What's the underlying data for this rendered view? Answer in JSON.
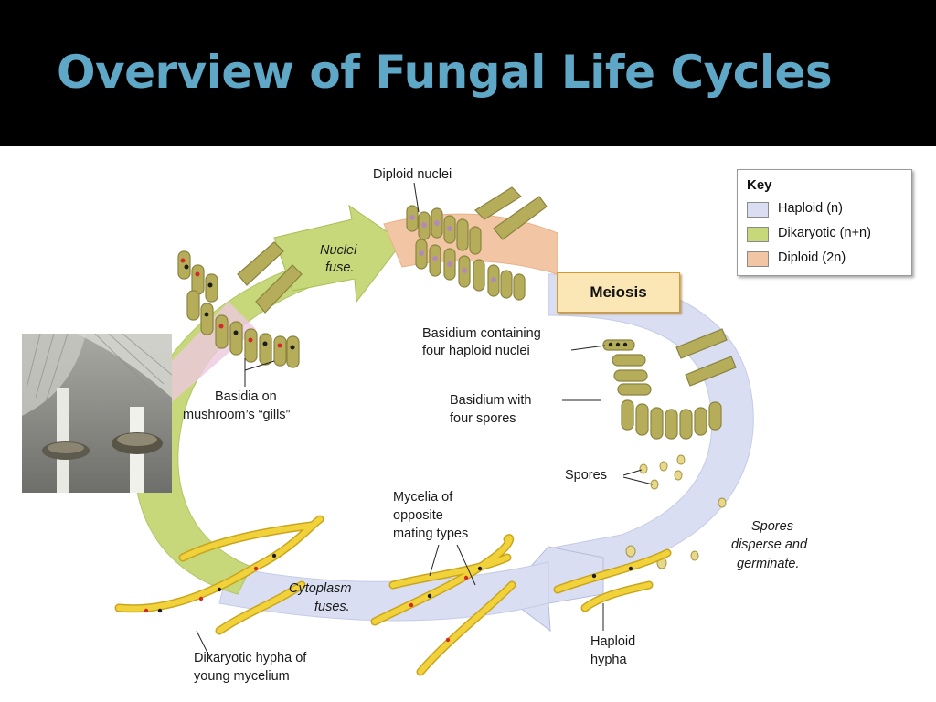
{
  "title": "Overview of Fungal Life Cycles",
  "key": {
    "title": "Key",
    "items": [
      {
        "label": "Haploid (n)",
        "color": "#d9def2"
      },
      {
        "label": "Dikaryotic (n+n)",
        "color": "#c6d87a"
      },
      {
        "label": "Diploid (2n)",
        "color": "#f2c6a4"
      }
    ]
  },
  "meiosis_label": "Meiosis",
  "labels": {
    "diploid_nuclei": "Diploid nuclei",
    "nuclei_fuse_1": "Nuclei",
    "nuclei_fuse_2": "fuse.",
    "basidium_containing_1": "Basidium containing",
    "basidium_containing_2": "four haploid nuclei",
    "basidium_with_1": "Basidium with",
    "basidium_with_2": "four spores",
    "spores": "Spores",
    "spores_disperse_1": "Spores",
    "spores_disperse_2": "disperse and",
    "spores_disperse_3": "germinate.",
    "basidia_on_1": "Basidia on",
    "basidia_on_2": "mushroom’s “gills”",
    "mycelia_1": "Mycelia of",
    "mycelia_2": "opposite",
    "mycelia_3": "mating types",
    "cytoplasm_1": "Cytoplasm",
    "cytoplasm_2": "fuses.",
    "haploid_hypha_1": "Haploid",
    "haploid_hypha_2": "hypha",
    "dikaryotic_hypha_1": "Dikaryotic hypha of",
    "dikaryotic_hypha_2": "young mycelium"
  },
  "colors": {
    "title": "#5fa7c7",
    "haploid": "#d9def2",
    "dikaryotic": "#c6d87a",
    "diploid": "#f2c6a4",
    "hypha_yellow": "#f2d23a",
    "basidium_olive": "#b5ad5a"
  }
}
